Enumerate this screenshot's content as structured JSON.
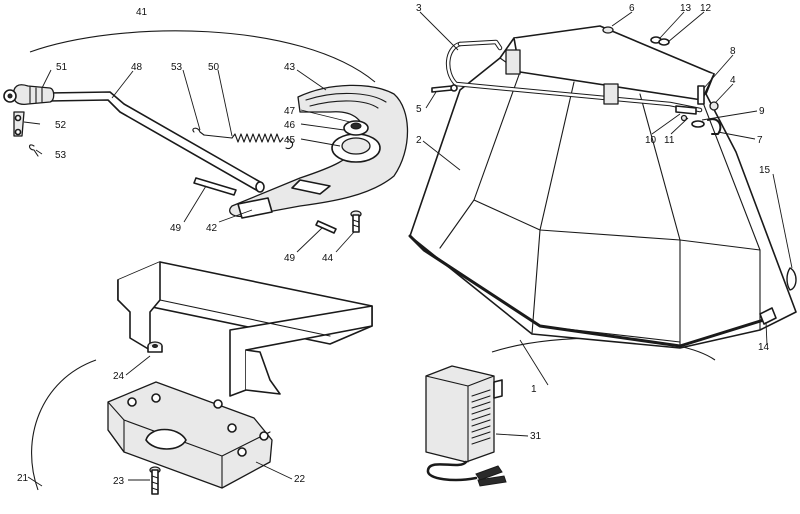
{
  "diagram": {
    "callouts": [
      {
        "id": "c41",
        "text": "41"
      },
      {
        "id": "c51",
        "text": "51"
      },
      {
        "id": "c48",
        "text": "48"
      },
      {
        "id": "c53a",
        "text": "53"
      },
      {
        "id": "c50",
        "text": "50"
      },
      {
        "id": "c43",
        "text": "43"
      },
      {
        "id": "c47",
        "text": "47"
      },
      {
        "id": "c46",
        "text": "46"
      },
      {
        "id": "c45",
        "text": "45"
      },
      {
        "id": "c52",
        "text": "52"
      },
      {
        "id": "c53b",
        "text": "53"
      },
      {
        "id": "c49a",
        "text": "49"
      },
      {
        "id": "c42",
        "text": "42"
      },
      {
        "id": "c49b",
        "text": "49"
      },
      {
        "id": "c44",
        "text": "44"
      },
      {
        "id": "c3",
        "text": "3"
      },
      {
        "id": "c6",
        "text": "6"
      },
      {
        "id": "c13",
        "text": "13"
      },
      {
        "id": "c12",
        "text": "12"
      },
      {
        "id": "c8",
        "text": "8"
      },
      {
        "id": "c4",
        "text": "4"
      },
      {
        "id": "c5",
        "text": "5"
      },
      {
        "id": "c9",
        "text": "9"
      },
      {
        "id": "c2",
        "text": "2"
      },
      {
        "id": "c10",
        "text": "10"
      },
      {
        "id": "c11",
        "text": "11"
      },
      {
        "id": "c7",
        "text": "7"
      },
      {
        "id": "c15",
        "text": "15"
      },
      {
        "id": "c14",
        "text": "14"
      },
      {
        "id": "c1",
        "text": "1"
      },
      {
        "id": "c24",
        "text": "24"
      },
      {
        "id": "c21",
        "text": "21"
      },
      {
        "id": "c23",
        "text": "23"
      },
      {
        "id": "c22",
        "text": "22"
      },
      {
        "id": "c31",
        "text": "31"
      }
    ]
  }
}
